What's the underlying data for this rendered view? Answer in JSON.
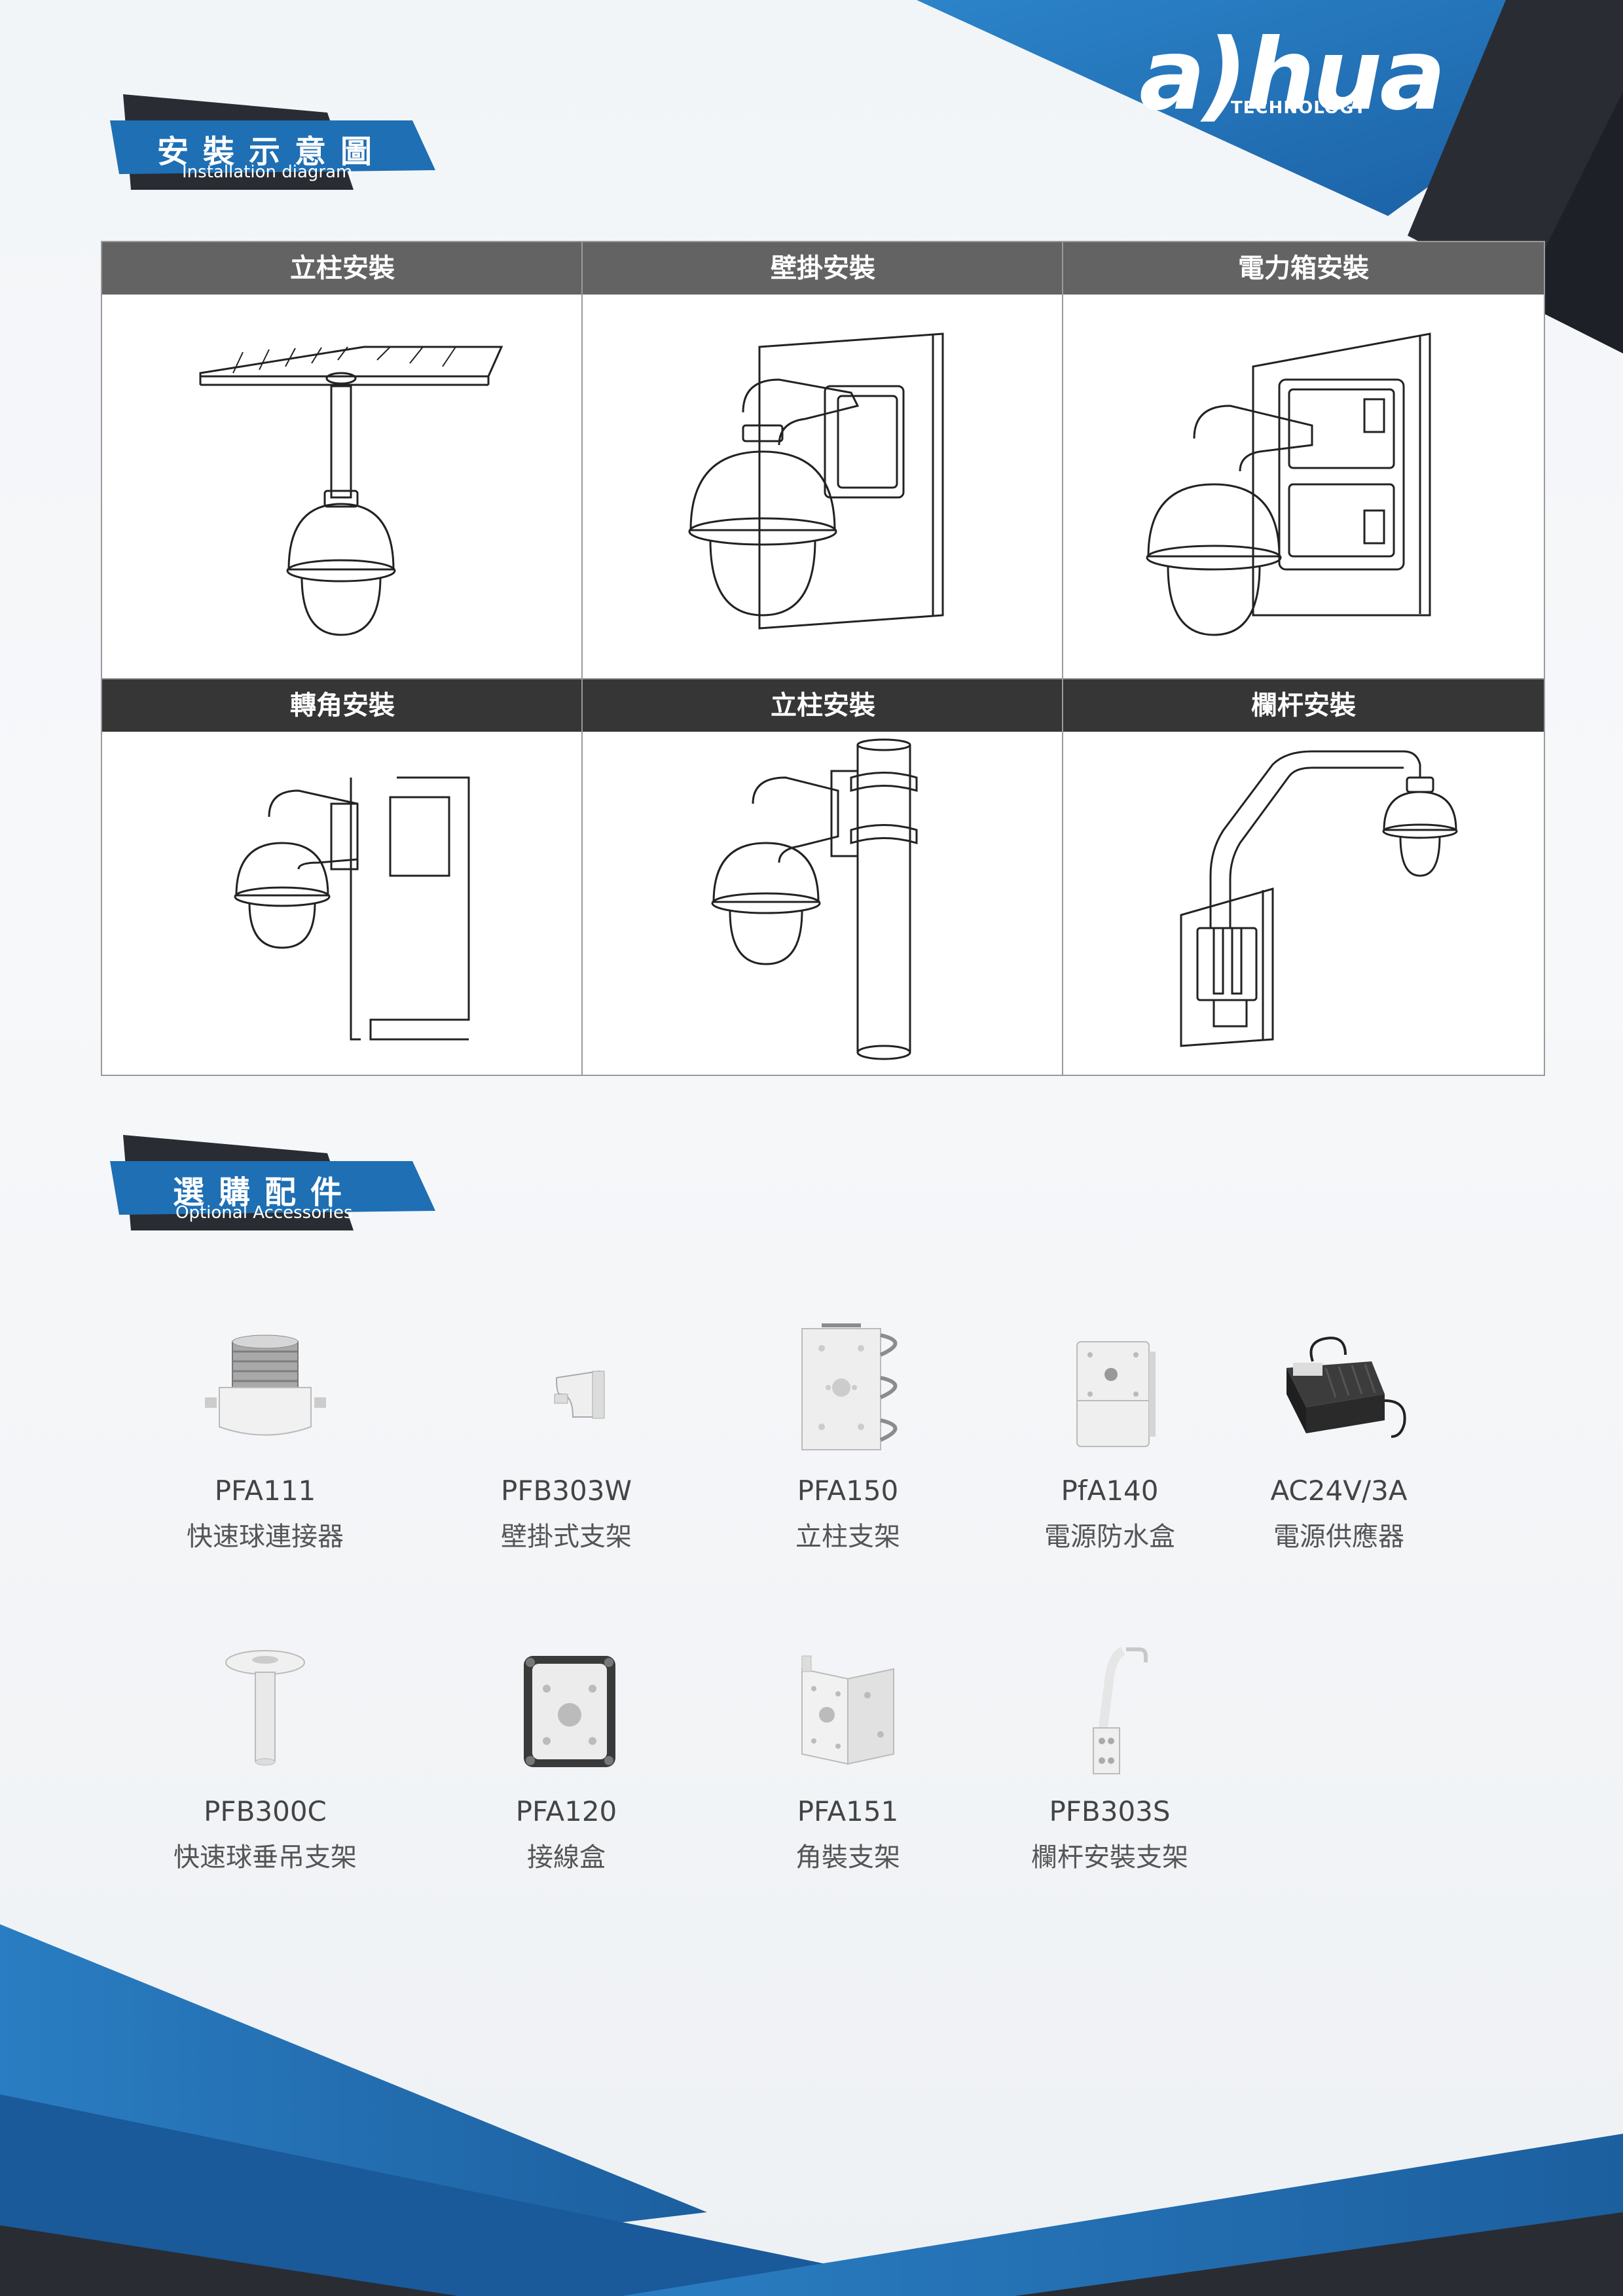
{
  "brand": {
    "logo_word": "a)hua",
    "logo_sub": "TECHNOLOGY"
  },
  "install_section": {
    "title": "安裝示意圖",
    "subtitle": "Installation diagram"
  },
  "install_grid": [
    {
      "label": "立柱安裝",
      "icon": "ceiling-pendant-mount-icon"
    },
    {
      "label": "壁掛安裝",
      "icon": "wall-mount-icon"
    },
    {
      "label": "電力箱安裝",
      "icon": "power-box-mount-icon"
    },
    {
      "label": "轉角安裝",
      "icon": "corner-mount-icon"
    },
    {
      "label": "立柱安裝",
      "icon": "pole-mount-icon"
    },
    {
      "label": "欄杆安裝",
      "icon": "parapet-mount-icon"
    }
  ],
  "accessory_section": {
    "title": "選購配件",
    "subtitle": "Optional Accessories"
  },
  "accessories": [
    {
      "model": "PFA111",
      "name": "快速球連接器",
      "icon": "adapter-icon"
    },
    {
      "model": "PFB303W",
      "name": "壁掛式支架",
      "icon": "wall-bracket-icon"
    },
    {
      "model": "PFA150",
      "name": "立柱支架",
      "icon": "pole-bracket-icon"
    },
    {
      "model": "PfA140",
      "name": "電源防水盒",
      "icon": "power-box-icon"
    },
    {
      "model": "AC24V/3A",
      "name": "電源供應器",
      "icon": "power-supply-icon"
    },
    {
      "model": "PFB300C",
      "name": "快速球垂吊支架",
      "icon": "pendant-bracket-icon"
    },
    {
      "model": "PFA120",
      "name": "接線盒",
      "icon": "junction-box-icon"
    },
    {
      "model": "PFA151",
      "name": "角裝支架",
      "icon": "corner-bracket-icon"
    },
    {
      "model": "PFB303S",
      "name": "欄杆安裝支架",
      "icon": "parapet-bracket-icon"
    }
  ],
  "colors": {
    "brand_blue": "#1e6fb4",
    "dark": "#2a2c33",
    "header_gray": "#636363",
    "header_dark": "#363636"
  }
}
